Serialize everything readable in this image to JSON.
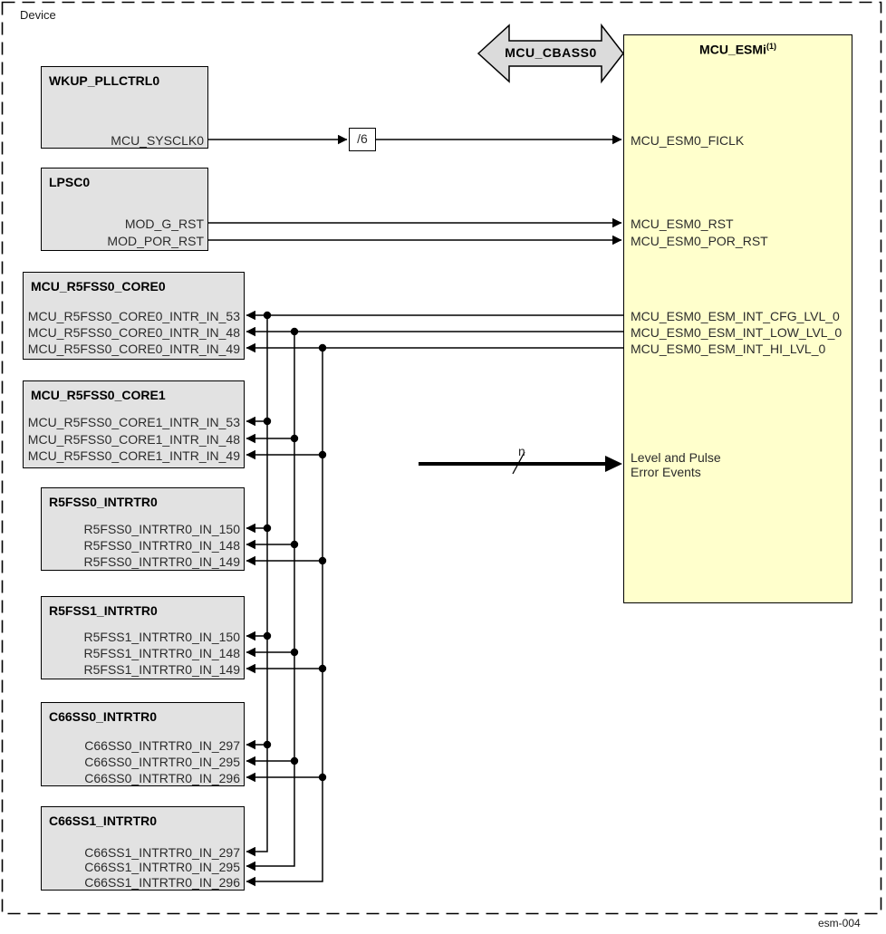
{
  "device_label": "Device",
  "figure_id": "esm-004",
  "bus": {
    "label": "MCU_CBASS0"
  },
  "clock_divider": {
    "label": "/6"
  },
  "event_bus": {
    "width_label": "n",
    "note_line1": "Level and Pulse",
    "note_line2": "Error Events"
  },
  "esm": {
    "title": "MCU_ESMi",
    "title_footnote": "(1)",
    "ports": {
      "ficlk": "MCU_ESM0_FICLK",
      "rst": "MCU_ESM0_RST",
      "por_rst": "MCU_ESM0_POR_RST",
      "int_cfg": "MCU_ESM0_ESM_INT_CFG_LVL_0",
      "int_low": "MCU_ESM0_ESM_INT_LOW_LVL_0",
      "int_hi": "MCU_ESM0_ESM_INT_HI_LVL_0"
    }
  },
  "blocks": [
    {
      "title": "WKUP_PLLCTRL0",
      "ports": [
        "MCU_SYSCLK0"
      ]
    },
    {
      "title": "LPSC0",
      "ports": [
        "MOD_G_RST",
        "MOD_POR_RST"
      ]
    },
    {
      "title": "MCU_R5FSS0_CORE0",
      "ports": [
        "MCU_R5FSS0_CORE0_INTR_IN_53",
        "MCU_R5FSS0_CORE0_INTR_IN_48",
        "MCU_R5FSS0_CORE0_INTR_IN_49"
      ]
    },
    {
      "title": "MCU_R5FSS0_CORE1",
      "ports": [
        "MCU_R5FSS0_CORE1_INTR_IN_53",
        "MCU_R5FSS0_CORE1_INTR_IN_48",
        "MCU_R5FSS0_CORE1_INTR_IN_49"
      ]
    },
    {
      "title": "R5FSS0_INTRTR0",
      "ports": [
        "R5FSS0_INTRTR0_IN_150",
        "R5FSS0_INTRTR0_IN_148",
        "R5FSS0_INTRTR0_IN_149"
      ]
    },
    {
      "title": "R5FSS1_INTRTR0",
      "ports": [
        "R5FSS1_INTRTR0_IN_150",
        "R5FSS1_INTRTR0_IN_148",
        "R5FSS1_INTRTR0_IN_149"
      ]
    },
    {
      "title": "C66SS0_INTRTR0",
      "ports": [
        "C66SS0_INTRTR0_IN_297",
        "C66SS0_INTRTR0_IN_295",
        "C66SS0_INTRTR0_IN_296"
      ]
    },
    {
      "title": "C66SS1_INTRTR0",
      "ports": [
        "C66SS1_INTRTR0_IN_297",
        "C66SS1_INTRTR0_IN_295",
        "C66SS1_INTRTR0_IN_296"
      ]
    }
  ],
  "colors": {
    "esm_fill": "#FFFFCC",
    "block_fill": "#E2E2E2",
    "bus_fill": "#DBDBDB",
    "line": "#000000"
  }
}
